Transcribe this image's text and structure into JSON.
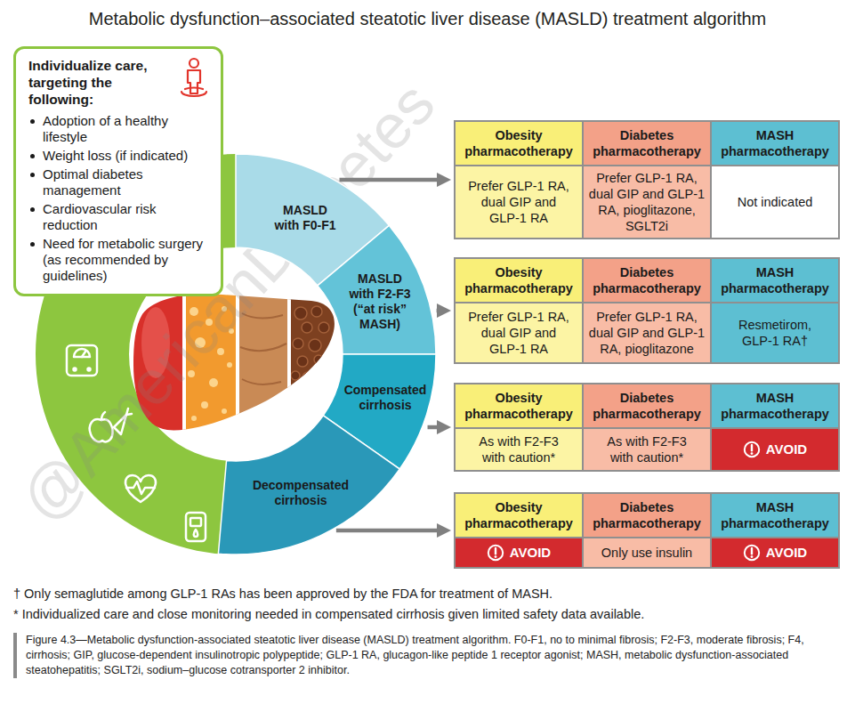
{
  "diagram": {
    "title": "Metabolic dysfunction–associated steatotic liver disease (MASLD) treatment algorithm",
    "caption": "Figure 4.3—Metabolic dysfunction-associated steatotic liver disease (MASLD) treatment algorithm. F0-F1, no to minimal fibrosis; F2-F3, moderate fibrosis; F4, cirrhosis; GIP, glucose-dependent insulinotropic polypeptide; GLP-1 RA, glucagon-like peptide 1 receptor agonist; MASH, metabolic dysfunction-associated steatohepatitis; SGLT2i, sodium–glucose cotransporter 2 inhibitor.",
    "nodes": [
      {
        "text": [
          "Individualize care, targeting the following:",
          "Adoption of a healthy lifestyle",
          "Weight loss (if indicated)",
          "Optimal diabetes management",
          "Cardiovascular risk reduction",
          "Need for metabolic surgery (as recommended by guidelines)"
        ]
      },
      {
        "text": [
          "MASLD with F0-F1"
        ]
      },
      {
        "text": [
          "Obesity pharmacotherapy",
          "Diabetes pharmacotherapy",
          "MASH pharmacotherapy",
          "Prefer GLP-1 RA, dual GIP and GLP-1 RA",
          "Prefer GLP-1 RA, dual GIP and GLP-1 RA, pioglitazone, SGLT2i",
          "Not indicated"
        ]
      },
      {
        "text": [
          "MASLD with F2-F3 (“at risk” MASH)"
        ]
      },
      {
        "text": [
          "Obesity pharmacotherapy",
          "Diabetes pharmacotherapy",
          "MASH pharmacotherapy",
          "Prefer GLP-1 RA, dual GIP and GLP-1 RA",
          "Prefer GLP-1 RA, dual GIP and GLP-1 RA, pioglitazone",
          "Resmetirom, GLP-1 RA†"
        ]
      },
      {
        "text": [
          "Compensated cirrhosis"
        ]
      },
      {
        "text": [
          "Obesity pharmacotherapy",
          "Diabetes pharmacotherapy",
          "MASH pharmacotherapy",
          "As with F2-F3 with caution*",
          "As with F2-F3 with caution*",
          "AVOID"
        ]
      },
      {
        "text": [
          "Decompensated cirrhosis"
        ]
      },
      {
        "text": [
          "Obesity pharmacotherapy",
          "Diabetes pharmacotherapy",
          "MASH pharmacotherapy",
          "AVOID",
          "Only use insulin",
          "AVOID"
        ]
      }
    ],
    "edges": [
      {
        "from": 1,
        "to": 2,
        "arrow": "to"
      },
      {
        "from": 3,
        "to": 4,
        "arrow": "to"
      },
      {
        "from": 5,
        "to": 6,
        "arrow": "to"
      },
      {
        "from": 7,
        "to": 8,
        "arrow": "to"
      }
    ],
    "labels": [
      "@AmericanDiabetes",
      "† Only semaglutide among GLP-1 RAs has been approved by the FDA for treatment of MASH.",
      "* Individualized care and close monitoring needed in compensated cirrhosis given limited safety data available."
    ]
  }
}
